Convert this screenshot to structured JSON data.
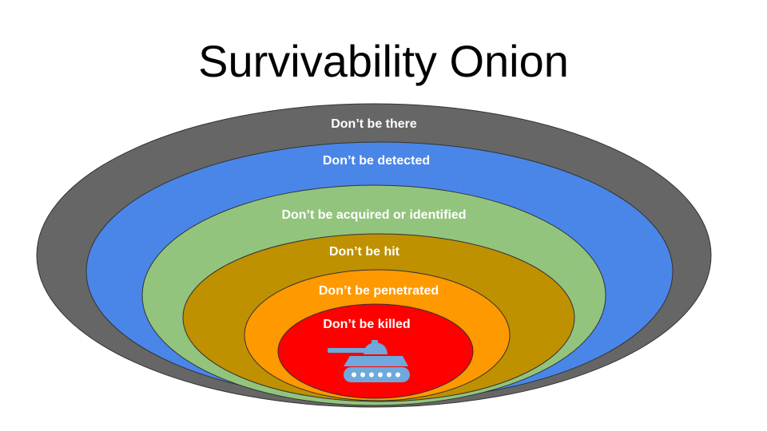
{
  "title": "Survivability Onion",
  "layers": [
    {
      "label": "Don’t be there",
      "color": "#666666"
    },
    {
      "label": "Don’t be detected",
      "color": "#4a86e8"
    },
    {
      "label": "Don’t be acquired or identified",
      "color": "#93c47d"
    },
    {
      "label": "Don’t be hit",
      "color": "#bf9000"
    },
    {
      "label": "Don’t be penetrated",
      "color": "#ff9900"
    },
    {
      "label": "Don’t be killed",
      "color": "#ff0000"
    }
  ],
  "center_icon": {
    "name": "tank-icon",
    "color": "#6fa8dc"
  }
}
